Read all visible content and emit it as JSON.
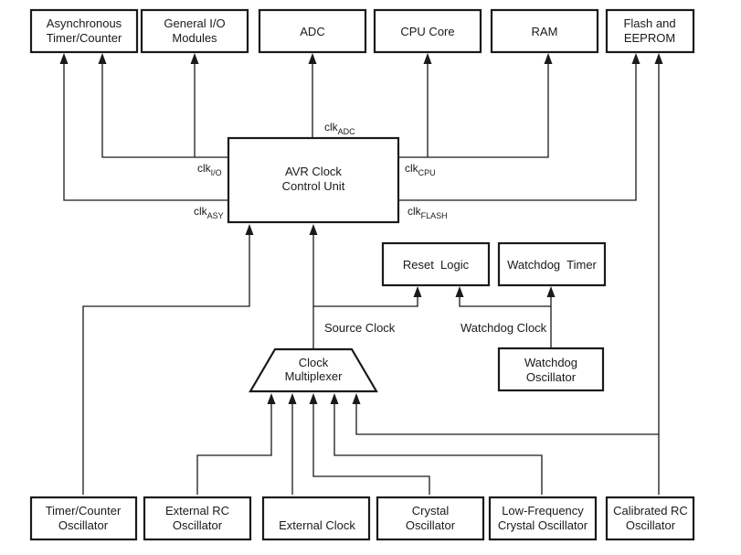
{
  "diagram": {
    "title": "AVR Clock Distribution",
    "top_blocks": [
      {
        "id": "async-timer",
        "lines": [
          "Asynchronous",
          "Timer/Counter"
        ]
      },
      {
        "id": "general-io",
        "lines": [
          "General I/O",
          "Modules"
        ]
      },
      {
        "id": "adc",
        "lines": [
          "ADC"
        ]
      },
      {
        "id": "cpu-core",
        "lines": [
          "CPU Core"
        ]
      },
      {
        "id": "ram",
        "lines": [
          "RAM"
        ]
      },
      {
        "id": "flash-eeprom",
        "lines": [
          "Flash and",
          "EEPROM"
        ]
      }
    ],
    "control_unit": {
      "lines": [
        "AVR Clock",
        "Control Unit"
      ]
    },
    "clock_signals": {
      "adc": {
        "base": "clk",
        "sub": "ADC"
      },
      "io": {
        "base": "clk",
        "sub": "I/O"
      },
      "asy": {
        "base": "clk",
        "sub": "ASY"
      },
      "cpu": {
        "base": "clk",
        "sub": "CPU"
      },
      "flash": {
        "base": "clk",
        "sub": "FLASH"
      }
    },
    "reset_logic": {
      "lines": [
        "Reset  Logic"
      ]
    },
    "watchdog_timer": {
      "lines": [
        "Watchdog  Timer"
      ]
    },
    "watchdog_oscillator": {
      "lines": [
        "Watchdog",
        "Oscillator"
      ]
    },
    "multiplexer": {
      "lines": [
        "Clock",
        "Multiplexer"
      ]
    },
    "source_clock_label": "Source Clock",
    "watchdog_clock_label": "Watchdog Clock",
    "bottom_blocks": [
      {
        "id": "timer-counter-osc",
        "lines": [
          "Timer/Counter",
          "Oscillator"
        ]
      },
      {
        "id": "external-rc-osc",
        "lines": [
          "External RC",
          "Oscillator"
        ]
      },
      {
        "id": "external-clock",
        "lines": [
          "External Clock"
        ]
      },
      {
        "id": "crystal-osc",
        "lines": [
          "Crystal",
          "Oscillator"
        ]
      },
      {
        "id": "low-freq-crystal-osc",
        "lines": [
          "Low-Frequency",
          "Crystal Oscillator"
        ]
      },
      {
        "id": "calibrated-rc-osc",
        "lines": [
          "Calibrated RC",
          "Oscillator"
        ]
      }
    ]
  }
}
